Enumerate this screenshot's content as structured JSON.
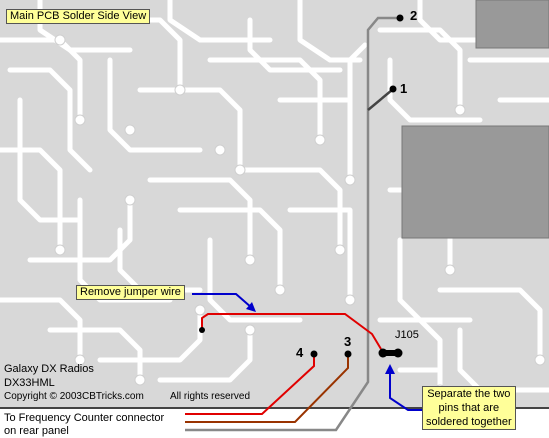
{
  "title": "Main PCB Solder Side View",
  "callout_remove": "Remove jumper wire",
  "callout_separate": [
    "Separate the two",
    "pins that are",
    "soldered together"
  ],
  "jumper_label": "J105",
  "pins": {
    "p1": "1",
    "p2": "2",
    "p3": "3",
    "p4": "4"
  },
  "info": {
    "brand": "Galaxy DX Radios",
    "model": "DX33HML",
    "copyright": "Copyright © 2003CBTricks.com",
    "rights": "All rights reserved"
  },
  "connector_text": [
    "To Frequency Counter connector",
    "on rear panel"
  ],
  "colors": {
    "board": "#d8d8d8",
    "trace": "#ffffff",
    "component": "#999999",
    "wire_red": "#e00000",
    "wire_brown": "#993300",
    "wire_gray": "#888888",
    "callout_arrow": "#0000cc",
    "label_bg": "#ffff99"
  }
}
